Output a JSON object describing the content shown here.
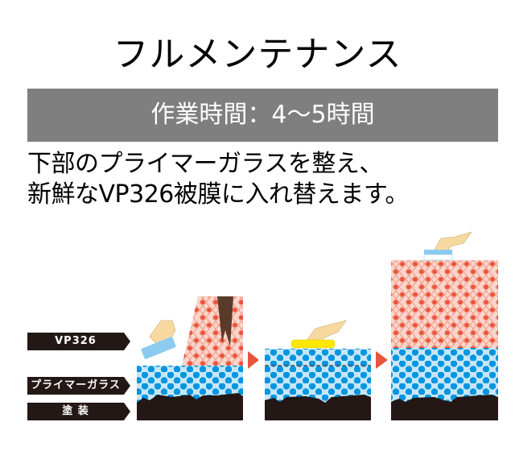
{
  "title": "フルメンテナンス",
  "work_time": "作業時間：4〜5時間",
  "description": {
    "line1": "下部のプライマーガラスを整え、",
    "line2": "新鮮なVP326被膜に入れ替えます。"
  },
  "diagram": {
    "layer_labels": [
      "VP326",
      "プライマーガラス",
      "塗 装"
    ],
    "steps": [
      {
        "name": "remove-old-coating",
        "tool": "blue-squeegee"
      },
      {
        "name": "polish-primer-glass",
        "tool": "yellow-sponge"
      },
      {
        "name": "apply-new-vp326",
        "tool": "white-blue-applicator"
      }
    ],
    "colors": {
      "vp326_bg": "#fbd5cb",
      "vp326_dot": "#e8543c",
      "primer_bg": "#c8e6f8",
      "primer_dot": "#0096e0",
      "paint": "#231815",
      "arrow": "#e8543c",
      "hand": "#f7d9a0",
      "sponge": "#ffe800",
      "squeegee": "#8ccbef",
      "dirt": "#5a3a28"
    }
  }
}
